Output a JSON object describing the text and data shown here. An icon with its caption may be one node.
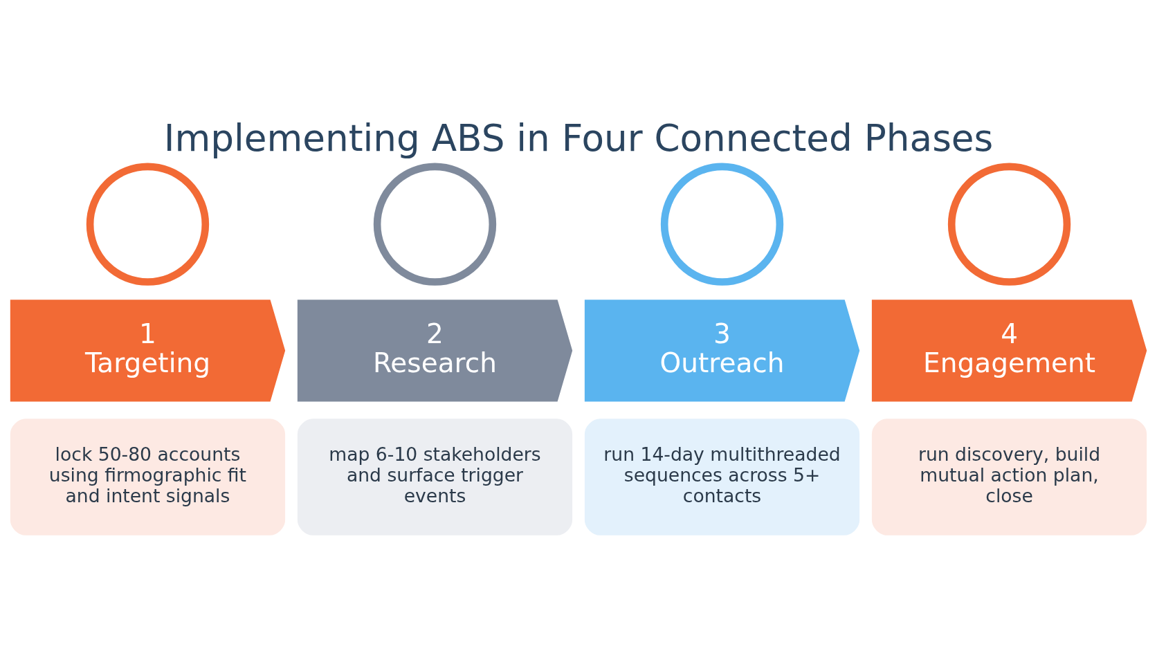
{
  "diagram": {
    "title": "Implementing ABS in Four Connected Phases",
    "nodes": [
      {
        "text": [],
        "shape": "circle"
      },
      {
        "text": [
          "1",
          "Targeting"
        ]
      },
      {
        "text": [
          "lock 50-80 accounts using firmographic fit and intent signals"
        ]
      },
      {
        "text": [],
        "shape": "circle"
      },
      {
        "text": [
          "2",
          "Research"
        ]
      },
      {
        "text": [
          "map 6-10 stakeholders and surface trigger events"
        ]
      },
      {
        "text": [],
        "shape": "circle"
      },
      {
        "text": [
          "3",
          "Outreach"
        ]
      },
      {
        "text": [
          "run 14-day multithreaded sequences across 5+ contacts"
        ]
      },
      {
        "text": [],
        "shape": "circle"
      },
      {
        "text": [
          "4",
          "Engagement"
        ]
      },
      {
        "text": [
          "run discovery, build mutual action plan, close"
        ]
      }
    ]
  }
}
